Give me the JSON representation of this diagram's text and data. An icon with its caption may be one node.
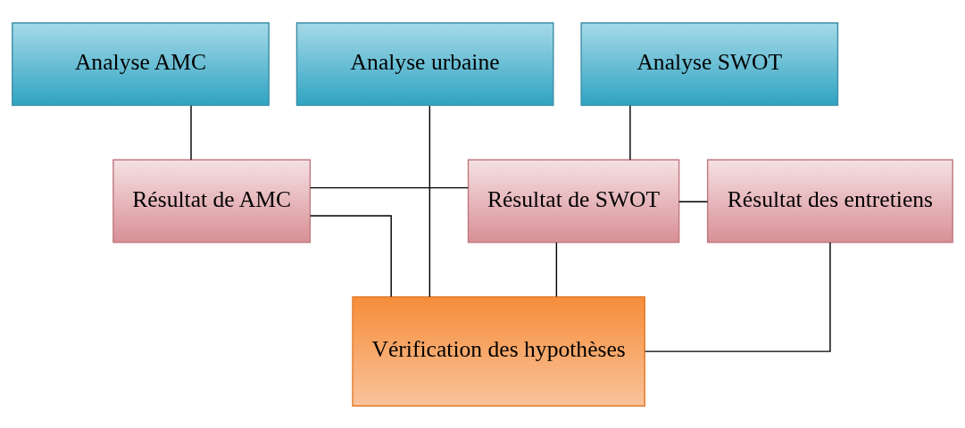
{
  "diagram": {
    "nodes": [
      {
        "text": [
          "Analyse AMC"
        ]
      },
      {
        "text": [
          "Analyse SWOT"
        ]
      },
      {
        "text": [
          "Analyse urbaine"
        ]
      },
      {
        "text": [
          "Résultat de AMC"
        ]
      },
      {
        "text": [
          "Résultat de SWOT"
        ]
      },
      {
        "text": [
          "Résultat des entretiens"
        ]
      },
      {
        "text": [
          "Vérification des hypothèses"
        ]
      }
    ],
    "edges": [
      {
        "from": 0,
        "to": 3,
        "arrow": "none"
      },
      {
        "from": 1,
        "to": 4,
        "arrow": "none"
      },
      {
        "from": 3,
        "to": 4,
        "arrow": "none"
      },
      {
        "from": 4,
        "to": 5,
        "arrow": "none"
      },
      {
        "from": 3,
        "to": 6,
        "arrow": "none"
      },
      {
        "from": 4,
        "to": 6,
        "arrow": "none"
      },
      {
        "from": 5,
        "to": 6,
        "arrow": "none"
      },
      {
        "from": 2,
        "to": 6,
        "arrow": "none"
      }
    ]
  }
}
